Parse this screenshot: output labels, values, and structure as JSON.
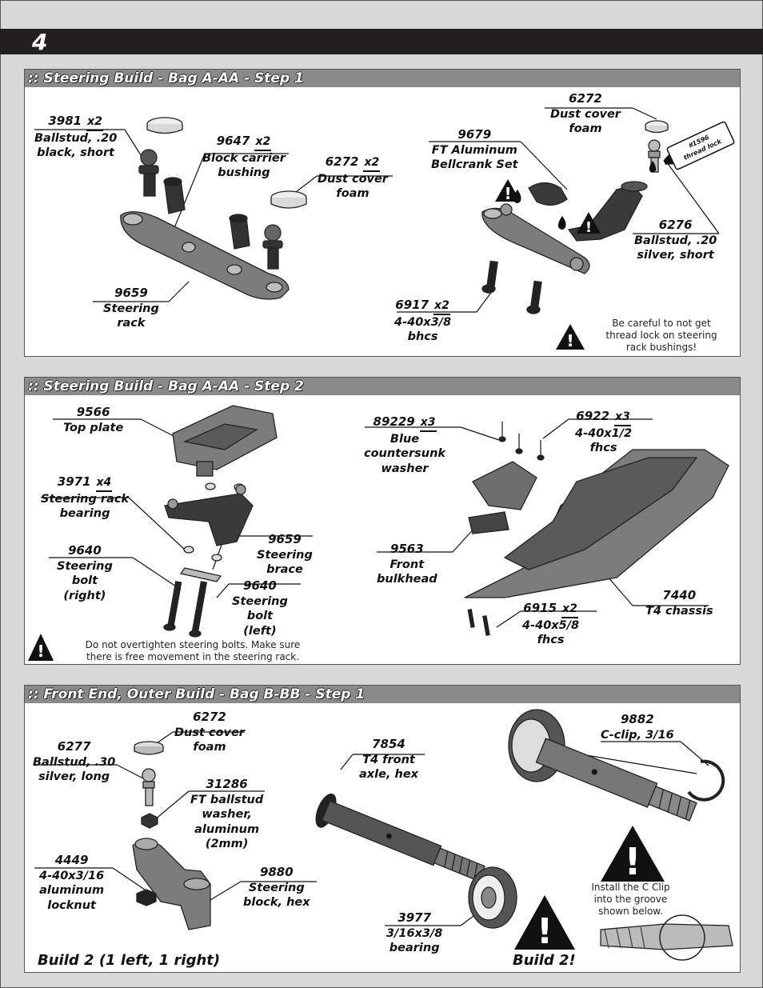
{
  "page": {
    "step_number": "4"
  },
  "panels": [
    {
      "title": ":: Steering Build - Bag A-AA - Step 1",
      "parts": [
        {
          "num": "3981",
          "qty": "x2",
          "lines": [
            "Ballstud, .20",
            "black, short"
          ]
        },
        {
          "num": "9647",
          "qty": "x2",
          "lines": [
            "Block carrier",
            "bushing"
          ]
        },
        {
          "num": "6272",
          "qty": "x2",
          "lines": [
            "Dust cover",
            "foam"
          ]
        },
        {
          "num": "9659",
          "qty": "",
          "lines": [
            "Steering",
            "rack"
          ]
        },
        {
          "num": "9679",
          "qty": "",
          "lines": [
            "FT Aluminum",
            "Bellcrank Set"
          ]
        },
        {
          "num": "6272",
          "qty": "",
          "lines": [
            "Dust cover",
            "foam"
          ]
        },
        {
          "num": "6276",
          "qty": "",
          "lines": [
            "Ballstud, .20",
            "silver, short"
          ]
        },
        {
          "num": "6917",
          "qty": "x2",
          "lines": [
            "4-40x3/8",
            "bhcs"
          ]
        }
      ],
      "tube_label": [
        "#1596",
        "thread lock"
      ],
      "note": [
        "Be careful to not get",
        "thread lock on steering",
        "rack bushings!"
      ]
    },
    {
      "title": ":: Steering Build - Bag A-AA - Step 2",
      "parts": [
        {
          "num": "9566",
          "qty": "",
          "lines": [
            "Top plate"
          ]
        },
        {
          "num": "3971",
          "qty": "x4",
          "lines": [
            "Steering rack",
            "bearing"
          ]
        },
        {
          "num": "9640",
          "qty": "",
          "lines": [
            "Steering",
            "bolt",
            "(right)"
          ]
        },
        {
          "num": "9659",
          "qty": "",
          "lines": [
            "Steering",
            "brace"
          ]
        },
        {
          "num": "9640",
          "qty": "",
          "lines": [
            "Steering",
            "bolt",
            "(left)"
          ]
        },
        {
          "num": "89229",
          "qty": "x3",
          "lines": [
            "Blue",
            "countersunk",
            "washer"
          ]
        },
        {
          "num": "6922",
          "qty": "x3",
          "lines": [
            "4-40x1/2",
            "fhcs"
          ]
        },
        {
          "num": "9563",
          "qty": "",
          "lines": [
            "Front",
            "bulkhead"
          ]
        },
        {
          "num": "7440",
          "qty": "",
          "lines": [
            "T4 chassis"
          ]
        },
        {
          "num": "6915",
          "qty": "x2",
          "lines": [
            "4-40x5/8",
            "fhcs"
          ]
        }
      ],
      "note": [
        "Do not overtighten steering bolts.  Make sure",
        "there is free movement in the steering rack."
      ]
    },
    {
      "title": ":: Front End, Outer Build - Bag B-BB - Step 1",
      "parts": [
        {
          "num": "6272",
          "qty": "",
          "lines": [
            "Dust cover",
            "foam"
          ]
        },
        {
          "num": "6277",
          "qty": "",
          "lines": [
            "Ballstud, .30",
            "silver, long"
          ]
        },
        {
          "num": "31286",
          "qty": "",
          "lines": [
            "FT ballstud",
            "washer,",
            "aluminum",
            "(2mm)"
          ]
        },
        {
          "num": "4449",
          "qty": "",
          "lines": [
            "4-40x3/16",
            "aluminum",
            "locknut"
          ]
        },
        {
          "num": "9880",
          "qty": "",
          "lines": [
            "Steering",
            "block, hex"
          ]
        },
        {
          "num": "7854",
          "qty": "",
          "lines": [
            "T4 front",
            "axle, hex"
          ]
        },
        {
          "num": "3977",
          "qty": "",
          "lines": [
            "3/16x3/8",
            "bearing"
          ]
        },
        {
          "num": "9882",
          "qty": "",
          "lines": [
            "C-clip, 3/16"
          ]
        }
      ],
      "build_left": "Build 2 (1 left, 1 right)",
      "build_right": "Build 2!",
      "note": [
        "Install the C Clip",
        "into the groove",
        "shown below."
      ]
    }
  ]
}
